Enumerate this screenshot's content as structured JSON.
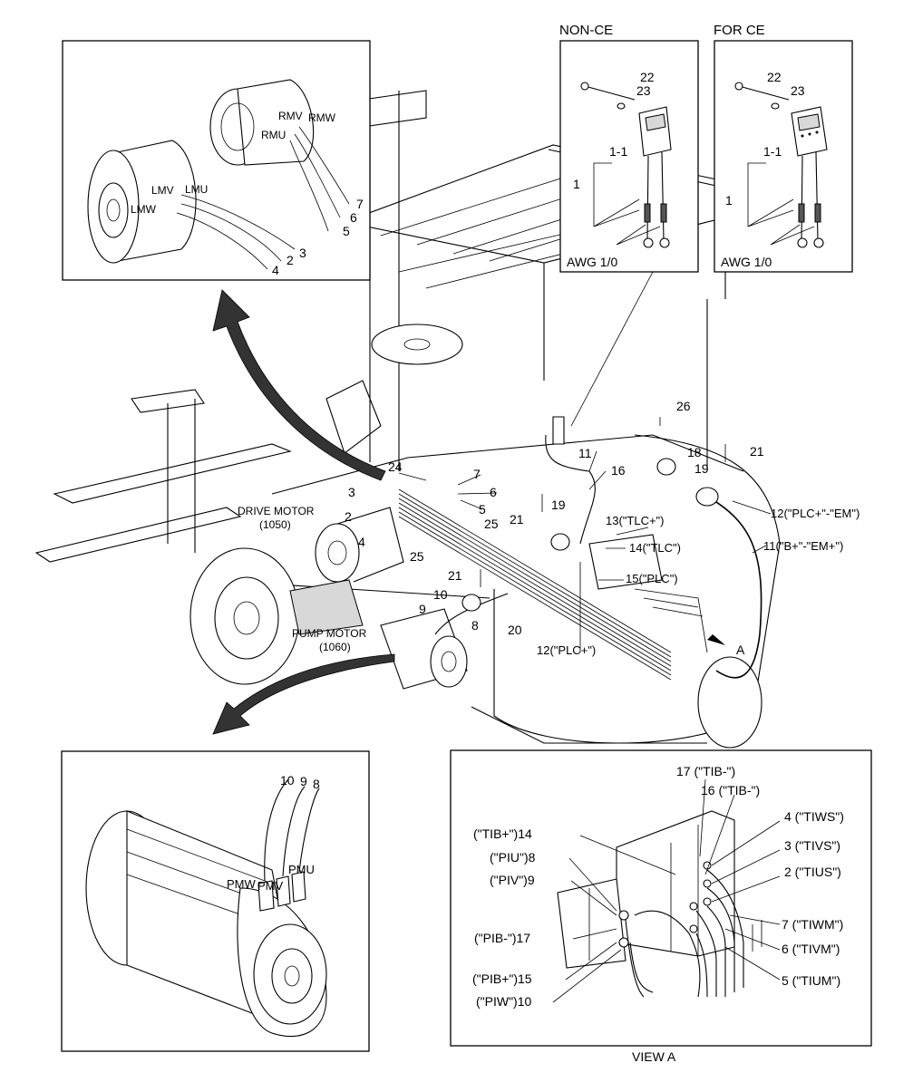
{
  "inset_tl": {
    "labels": [
      "RMV",
      "RMW",
      "RMU",
      "LMV",
      "LMU",
      "LMW",
      "7",
      "6",
      "5",
      "3",
      "2",
      "4"
    ]
  },
  "non_ce": {
    "title": "NON-CE",
    "labels": [
      "22",
      "23",
      "1-1",
      "1",
      "AWG 1/0"
    ]
  },
  "for_ce": {
    "title": "FOR CE",
    "labels": [
      "22",
      "23",
      "1-1",
      "1",
      "AWG 1/0"
    ]
  },
  "main": {
    "drive_motor": "DRIVE MOTOR",
    "drive_motor_code": "(1050)",
    "pump_motor": "PUMP MOTOR",
    "pump_motor_code": "(1060)",
    "labels": {
      "l24": "24",
      "l7": "7",
      "l6": "6",
      "l5": "5",
      "l25a": "25",
      "l25b": "25",
      "l3": "3",
      "l2": "2",
      "l4": "4",
      "l21a": "21",
      "l21b": "21",
      "l21c": "21",
      "l19a": "19",
      "l19b": "19",
      "l11": "11",
      "l16": "16",
      "l26": "26",
      "l18": "18",
      "l13": "13(\"TLC+\")",
      "l14": "14(\"TLC\")",
      "l15": "15(\"PLC\")",
      "l12a": "12(\"PLC+\"-\"EM\")",
      "l11b": "11(\"B+\"-\"EM+\")",
      "l10": "10",
      "l9": "9",
      "l8": "8",
      "l20": "20",
      "l12b": "12(\"PLC+\")",
      "lA": "A"
    }
  },
  "inset_bl": {
    "labels": [
      "10",
      "9",
      "8",
      "PMU",
      "PMW",
      "PMV"
    ]
  },
  "view_a": {
    "caption": "VIEW A",
    "labels": {
      "t17": "17 (\"TIB-\")",
      "t16": "16 (\"TIB-\")",
      "t4": "4 (\"TIWS\")",
      "t3": "3 (\"TIVS\")",
      "t2": "2 (\"TIUS\")",
      "t7": "7 (\"TIWM\")",
      "t6": "6 (\"TIVM\")",
      "t5": "5 (\"TIUM\")",
      "t14": "(\"TIB+\")14",
      "t8": "(\"PIU\")8",
      "t9": "(\"PIV\")9",
      "t17b": "(\"PIB-\")17",
      "t15": "(\"PIB+\")15",
      "t10": "(\"PIW\")10"
    }
  }
}
